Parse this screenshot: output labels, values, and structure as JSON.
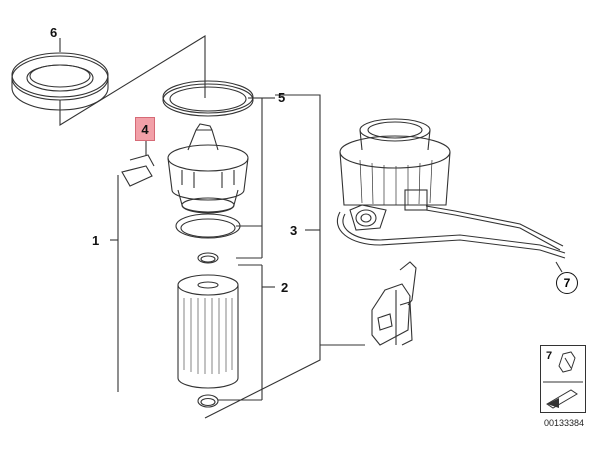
{
  "callouts": {
    "c6": "6",
    "c4": "4",
    "c5": "5",
    "c1": "1",
    "c3": "3",
    "c2": "2",
    "c7": "7",
    "c7_legend": "7"
  },
  "document_number": "00133384",
  "colors": {
    "highlight": "#f2a0a8",
    "line": "#333333"
  }
}
